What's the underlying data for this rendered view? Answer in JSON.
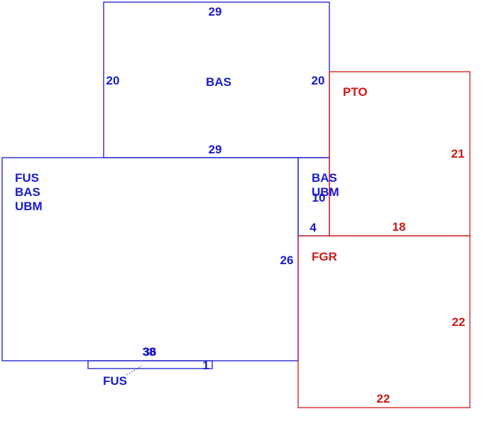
{
  "colors": {
    "living_line": "#1a1acc",
    "garage_line": "#d01818",
    "background": "#ffffff"
  },
  "areas": {
    "top": {
      "code": "BAS",
      "dim_top": "29",
      "dim_bottom": "29",
      "dim_left": "20",
      "dim_right": "20"
    },
    "main": {
      "codes": [
        "FUS",
        "BAS",
        "UBM"
      ],
      "dim_right": "26",
      "dim_bottom_a": "38",
      "dim_bottom_b": "36"
    },
    "strip": {
      "codes": [
        "BAS",
        "UBM"
      ],
      "dim_side": "10",
      "dim_bottom": "4"
    },
    "porch": {
      "code": "PTO",
      "dim_right": "21",
      "dim_bottom": "18"
    },
    "garage": {
      "code": "FGR",
      "dim_right": "22",
      "dim_bottom": "22"
    },
    "small": {
      "code": "FUS",
      "dim": "1"
    }
  }
}
